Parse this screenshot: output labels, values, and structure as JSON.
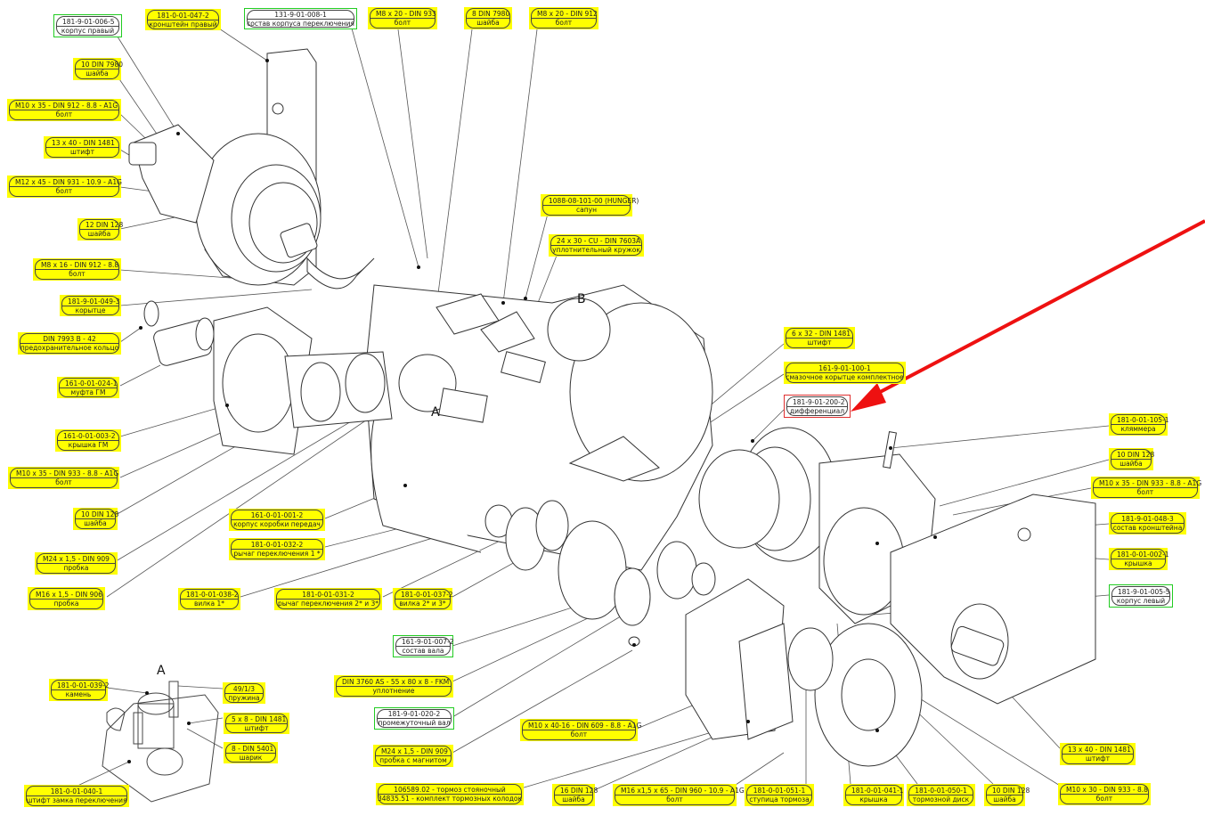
{
  "diagram": {
    "title": "Gearbox exploded view",
    "highlight_color": "#ffff00",
    "assembly_border_color": "#22cc22",
    "target_border_color": "#e03030",
    "arrow_color": "#ee1111",
    "view_letters": {
      "a_main": "A",
      "b_main": "B",
      "a_detail": "A"
    },
    "labels": [
      {
        "id": "l01",
        "code": "181-9-01-006-5",
        "name": "корпус правый",
        "style": "green"
      },
      {
        "id": "l02",
        "code": "181-0-01-047-2",
        "name": "кронштейн правый",
        "style": "yellow"
      },
      {
        "id": "l03",
        "code": "131-9-01-008-1",
        "name": "состав корпуса переключения",
        "style": "green"
      },
      {
        "id": "l04",
        "code": "M8 x 20 - DIN 933",
        "name": "болт",
        "style": "yellow"
      },
      {
        "id": "l05",
        "code": "8 DIN 7980",
        "name": "шайба",
        "style": "yellow"
      },
      {
        "id": "l06",
        "code": "M8 x 20 - DIN 912",
        "name": "болт",
        "style": "yellow"
      },
      {
        "id": "l07",
        "code": "10 DIN 7980",
        "name": "шайба",
        "style": "yellow"
      },
      {
        "id": "l08",
        "code": "M10 x 35 - DIN 912 - 8.8 - A1G",
        "name": "болт",
        "style": "yellow"
      },
      {
        "id": "l09",
        "code": "13 x 40 - DIN 1481",
        "name": "штифт",
        "style": "yellow"
      },
      {
        "id": "l10",
        "code": "M12 x 45 - DIN 931 - 10.9 - A1G",
        "name": "болт",
        "style": "yellow"
      },
      {
        "id": "l11",
        "code": "12 DIN 128",
        "name": "шайба",
        "style": "yellow"
      },
      {
        "id": "l12",
        "code": "M8 x 16 - DIN 912 - 8.8",
        "name": "болт",
        "style": "yellow"
      },
      {
        "id": "l13",
        "code": "181-9-01-049-3",
        "name": "корытце",
        "style": "yellow"
      },
      {
        "id": "l14",
        "code": "DIN 7993 B - 42",
        "name": "предохранительное кольцо",
        "style": "yellow"
      },
      {
        "id": "l15",
        "code": "161-0-01-024-1",
        "name": "муфта ГМ",
        "style": "yellow"
      },
      {
        "id": "l16",
        "code": "161-0-01-003-2",
        "name": "крышка ГМ",
        "style": "yellow"
      },
      {
        "id": "l17",
        "code": "M10 x 35 - DIN 933 - 8.8 - A1G",
        "name": "болт",
        "style": "yellow"
      },
      {
        "id": "l18",
        "code": "10 DIN 128",
        "name": "шайба",
        "style": "yellow"
      },
      {
        "id": "l19",
        "code": "M24 x 1,5 - DIN 909",
        "name": "пробка",
        "style": "yellow"
      },
      {
        "id": "l20",
        "code": "M16 x 1,5 - DIN 906",
        "name": "пробка",
        "style": "yellow"
      },
      {
        "id": "l21",
        "code": "161-0-01-001-2",
        "name": "корпус коробки передач",
        "style": "yellow"
      },
      {
        "id": "l22",
        "code": "181-0-01-032-2",
        "name": "рычаг переключения 1 *",
        "style": "yellow"
      },
      {
        "id": "l23",
        "code": "181-0-01-038-2",
        "name": "вилка 1*",
        "style": "yellow"
      },
      {
        "id": "l24",
        "code": "181-0-01-031-2",
        "name": "рычаг переключения 2* и 3*",
        "style": "yellow"
      },
      {
        "id": "l25",
        "code": "181-0-01-037-2",
        "name": "вилка 2* и 3*",
        "style": "yellow"
      },
      {
        "id": "l26",
        "code": "1088-08-101-00 (HUNGER)",
        "name": "сапун",
        "style": "yellow"
      },
      {
        "id": "l27",
        "code": "24 x 30 - CU - DIN 7603A",
        "name": "уплотнительный кружок",
        "style": "yellow"
      },
      {
        "id": "l28",
        "code": "6 x 32 - DIN 1481",
        "name": "штифт",
        "style": "yellow"
      },
      {
        "id": "l29",
        "code": "161-9-01-100-1",
        "name": "смазочное корытце комплектное",
        "style": "yellow"
      },
      {
        "id": "l30",
        "code": "181-9-01-200-2",
        "name": "дифференциал",
        "style": "red"
      },
      {
        "id": "l31",
        "code": "181-0-01-105-1",
        "name": "кляммера",
        "style": "yellow"
      },
      {
        "id": "l32",
        "code": "10 DIN 128",
        "name": "шайба",
        "style": "yellow"
      },
      {
        "id": "l33",
        "code": "M10 x 35 - DIN 933 - 8.8 - A1G",
        "name": "болт",
        "style": "yellow"
      },
      {
        "id": "l34",
        "code": "181-9-01-048-3",
        "name": "состав кронштейна",
        "style": "yellow"
      },
      {
        "id": "l35",
        "code": "181-0-01-002-1",
        "name": "крышка",
        "style": "yellow"
      },
      {
        "id": "l36",
        "code": "181-9-01-005-5",
        "name": "корпус левый",
        "style": "green"
      },
      {
        "id": "l37",
        "code": "161-9-01-007-2",
        "name": "состав вала",
        "style": "green"
      },
      {
        "id": "l38",
        "code": "DIN 3760 AS - 55 x 80 x 8 - FKM",
        "name": "уплотнение",
        "style": "yellow"
      },
      {
        "id": "l39",
        "code": "181-9-01-020-2",
        "name": "промежуточный вал",
        "style": "green"
      },
      {
        "id": "l40",
        "code": "M24 x 1,5 - DIN 909",
        "name": "пробка с магнитом",
        "style": "yellow"
      },
      {
        "id": "l41",
        "code": "M10 x 40-16 - DIN 609 - 8.8 - A1G",
        "name": "болт",
        "style": "yellow"
      },
      {
        "id": "l42",
        "code": "181-0-01-039-2",
        "name": "камень",
        "style": "yellow"
      },
      {
        "id": "l43",
        "code": "49/1/3",
        "name": "пружина",
        "style": "yellow"
      },
      {
        "id": "l44",
        "code": "5 x 8 - DIN 1481",
        "name": "штифт",
        "style": "yellow"
      },
      {
        "id": "l45",
        "code": "8 - DIN 5401",
        "name": "шарик",
        "style": "yellow"
      },
      {
        "id": "l46",
        "code": "181-0-01-040-1",
        "name": "штифт замка переключения",
        "style": "yellow"
      },
      {
        "id": "l47",
        "code": "106589.02 - тормоз стояночный",
        "name": "34835.51 - комплект тормозных колодок",
        "style": "yellow"
      },
      {
        "id": "l48",
        "code": "16 DIN 128",
        "name": "шайба",
        "style": "yellow"
      },
      {
        "id": "l49",
        "code": "M16 x1,5 x 65 - DIN 960 - 10.9 - A1G",
        "name": "болт",
        "style": "yellow"
      },
      {
        "id": "l50",
        "code": "181-0-01-051-1",
        "name": "ступица тормоза",
        "style": "yellow"
      },
      {
        "id": "l51",
        "code": "181-0-01-041-1",
        "name": "крышка",
        "style": "yellow"
      },
      {
        "id": "l52",
        "code": "181-0-01-050-1",
        "name": "тормозной диск",
        "style": "yellow"
      },
      {
        "id": "l53",
        "code": "10 DIN 128",
        "name": "шайба",
        "style": "yellow"
      },
      {
        "id": "l54",
        "code": "13 x 40 - DIN 1481",
        "name": "штифт",
        "style": "yellow"
      },
      {
        "id": "l55",
        "code": "M10 x 30 - DIN 933 - 8.8",
        "name": "болт",
        "style": "yellow"
      }
    ]
  }
}
